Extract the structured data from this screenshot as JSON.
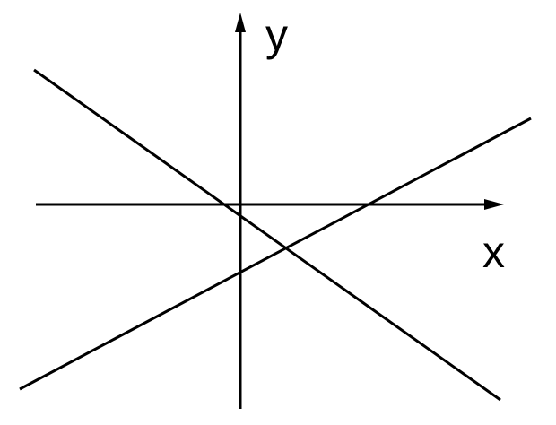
{
  "axes": {
    "x_label": "x",
    "y_label": "y"
  },
  "colors": {
    "line": "#000000",
    "background": "#ffffff"
  },
  "lines": [
    {
      "name": "decreasing-line",
      "slope": "negative"
    },
    {
      "name": "increasing-line",
      "slope": "positive"
    }
  ]
}
